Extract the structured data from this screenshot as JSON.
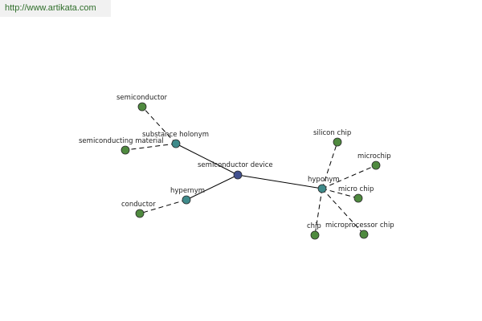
{
  "watermark": {
    "text": "http://www.artikata.com"
  },
  "colors": {
    "root": "#41508e",
    "relation": "#3f8b8b",
    "leaf": "#4f8a3f",
    "watermark_text": "#2f6e2a",
    "watermark_bg": "#f1f1f1"
  },
  "nodes": {
    "root": {
      "label": "semiconductor device",
      "kind": "root"
    },
    "substance_holonym": {
      "label": "substance holonym",
      "kind": "relation"
    },
    "hypernym": {
      "label": "hypernym",
      "kind": "relation"
    },
    "hyponym": {
      "label": "hyponym",
      "kind": "relation"
    },
    "semiconductor": {
      "label": "semiconductor",
      "kind": "leaf"
    },
    "semiconducting_material": {
      "label": "semiconducting material",
      "kind": "leaf"
    },
    "conductor": {
      "label": "conductor",
      "kind": "leaf"
    },
    "silicon_chip": {
      "label": "silicon chip",
      "kind": "leaf"
    },
    "microchip": {
      "label": "microchip",
      "kind": "leaf"
    },
    "micro_chip": {
      "label": "micro chip",
      "kind": "leaf"
    },
    "chip": {
      "label": "chip",
      "kind": "leaf"
    },
    "microprocessor_chip": {
      "label": "microprocessor chip",
      "kind": "leaf"
    }
  },
  "edges": [
    {
      "from": "root",
      "to": "substance_holonym",
      "style": "solid"
    },
    {
      "from": "root",
      "to": "hypernym",
      "style": "solid"
    },
    {
      "from": "root",
      "to": "hyponym",
      "style": "solid"
    },
    {
      "from": "substance_holonym",
      "to": "semiconductor",
      "style": "dashed"
    },
    {
      "from": "substance_holonym",
      "to": "semiconducting_material",
      "style": "dashed"
    },
    {
      "from": "hypernym",
      "to": "conductor",
      "style": "dashed"
    },
    {
      "from": "hyponym",
      "to": "silicon_chip",
      "style": "dashed"
    },
    {
      "from": "hyponym",
      "to": "microchip",
      "style": "dashed"
    },
    {
      "from": "hyponym",
      "to": "micro_chip",
      "style": "dashed"
    },
    {
      "from": "hyponym",
      "to": "chip",
      "style": "dashed"
    },
    {
      "from": "hyponym",
      "to": "microprocessor_chip",
      "style": "dashed"
    }
  ]
}
